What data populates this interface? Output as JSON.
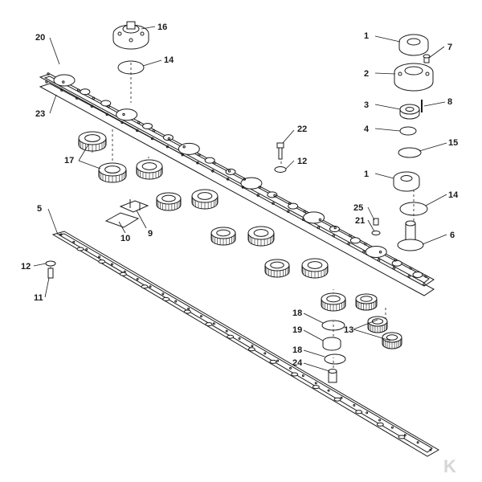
{
  "diagram": {
    "callouts": {
      "c1a": "1",
      "c1b": "1",
      "c2": "2",
      "c3": "3",
      "c4": "4",
      "c5": "5",
      "c6": "6",
      "c7": "7",
      "c8": "8",
      "c9": "9",
      "c10": "10",
      "c11": "11",
      "c12a": "12",
      "c12b": "12",
      "c13": "13",
      "c14a": "14",
      "c14b": "14",
      "c15": "15",
      "c16": "16",
      "c17": "17",
      "c18a": "18",
      "c18b": "18",
      "c19": "19",
      "c20": "20",
      "c21": "21",
      "c22": "22",
      "c23": "23",
      "c24": "24",
      "c25": "25"
    },
    "watermark_letter": "K",
    "colors": {
      "line": "#1a1a1a",
      "fill": "#ffffff",
      "watermark": "#d6d6d6"
    }
  }
}
